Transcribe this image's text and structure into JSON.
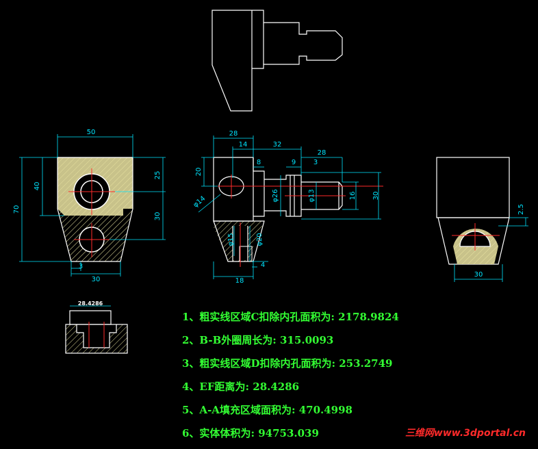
{
  "dims": {
    "front_width": "50",
    "front_height": "70",
    "front_40": "40",
    "front_25": "25",
    "front_30v": "30",
    "front_3": "3",
    "front_30": "30",
    "side_28": "28",
    "side_14": "14",
    "side_32": "32",
    "side_28b": "28",
    "side_8": "8",
    "side_9": "9",
    "side_3": "3",
    "side_20": "20",
    "side_phi14": "φ14",
    "side_phi26": "φ26",
    "side_phi13": "φ13",
    "side_16": "16",
    "side_30": "30",
    "side_phi15": "φ15",
    "side_phi20": "φ20",
    "side_4": "4",
    "side_18": "18",
    "right_30": "30",
    "right_25": "2.5",
    "section_ef": "28.4286"
  },
  "notes": [
    "1、粗实线区域C扣除内孔面积为: 2178.9824",
    "2、B-B外圈周长为: 315.0093",
    "3、粗实线区域D扣除内孔面积为: 253.2749",
    "4、EF距离为: 28.4286",
    "5、A-A填充区域面积为: 470.4998",
    "6、实体体积为: 94753.039"
  ],
  "watermark": "三维网www.3dportal.cn",
  "colors": {
    "background": "#000000",
    "outline": "#ffffff",
    "dimension": "#00e5ff",
    "center": "#ff2a2a",
    "fill": "#c8c28a",
    "notes": "#33ff33",
    "watermark": "#ff2a2a"
  }
}
